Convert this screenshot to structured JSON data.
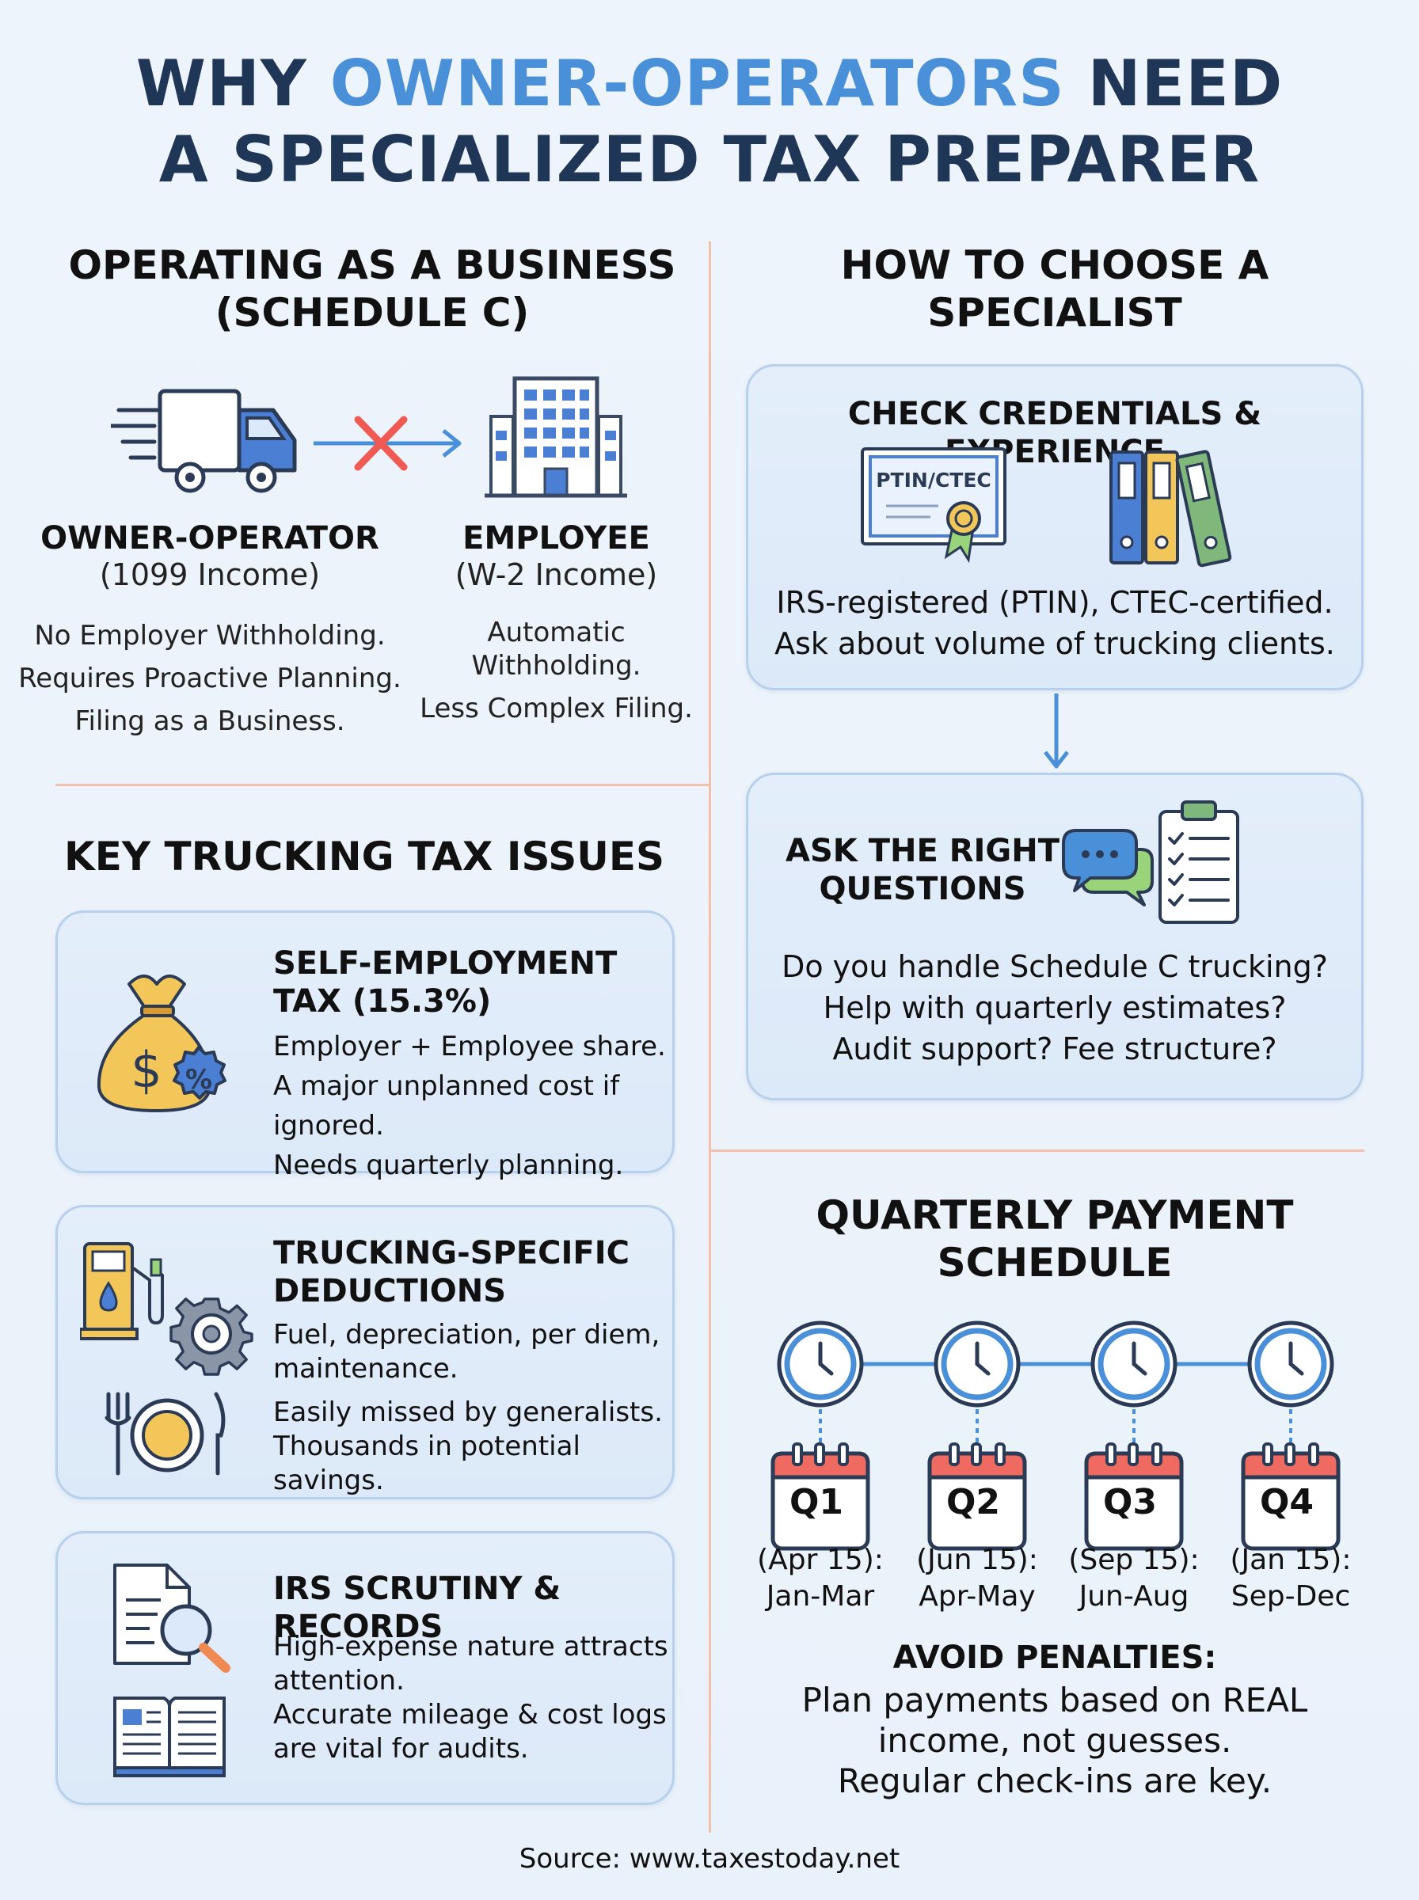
{
  "title": {
    "part1": "WHY ",
    "accent": "OWNER-OPERATORS",
    "part2": " NEED",
    "line2": "A SPECIALIZED TAX PREPARER"
  },
  "business": {
    "title_line1": "OPERATING AS A BUSINESS",
    "title_line2": "(SCHEDULE C)",
    "owner": {
      "name": "OWNER-OPERATOR",
      "sub": "(1099 Income)",
      "lines": [
        "No Employer Withholding.",
        "Requires Proactive Planning.",
        "Filing as a Business."
      ]
    },
    "employee": {
      "name": "EMPLOYEE",
      "sub": "(W-2 Income)",
      "lines": [
        "Automatic",
        "Withholding.",
        "Less Complex Filing."
      ]
    }
  },
  "issues": {
    "title": "KEY TRUCKING TAX ISSUES",
    "cards": [
      {
        "title_lines": [
          "SELF-EMPLOYMENT",
          "TAX (15.3%)"
        ],
        "lines": [
          "Employer + Employee share.",
          "A major unplanned cost if ignored.",
          "Needs quarterly planning."
        ]
      },
      {
        "title_lines": [
          "TRUCKING-SPECIFIC",
          "DEDUCTIONS"
        ],
        "lines": [
          "Fuel, depreciation, per diem,",
          "maintenance.",
          "Easily missed by generalists.",
          "Thousands in potential savings."
        ]
      },
      {
        "title_lines": [
          "IRS SCRUTINY & RECORDS"
        ],
        "lines": [
          "High-expense nature attracts",
          "attention.",
          "Accurate mileage & cost logs",
          "are vital for audits."
        ]
      }
    ]
  },
  "choose": {
    "title_line1": "HOW TO CHOOSE A",
    "title_line2": "SPECIALIST",
    "credentials": {
      "title": "CHECK CREDENTIALS & EXPERIENCE",
      "certificate_label": "PTIN/CTEC",
      "lines": [
        "IRS-registered (PTIN), CTEC-certified.",
        "Ask about volume of trucking clients."
      ]
    },
    "questions": {
      "title_lines": [
        "ASK THE RIGHT",
        "QUESTIONS"
      ],
      "lines": [
        "Do you handle Schedule C trucking?",
        "Help with quarterly estimates?",
        "Audit support? Fee structure?"
      ]
    }
  },
  "quarterly": {
    "title_line1": "QUARTERLY PAYMENT",
    "title_line2": "SCHEDULE",
    "quarters": [
      {
        "label": "Q1",
        "due": "(Apr 15):",
        "period": "Jan-Mar"
      },
      {
        "label": "Q2",
        "due": "(Jun 15):",
        "period": "Apr-May"
      },
      {
        "label": "Q3",
        "due": "(Sep 15):",
        "period": "Jun-Aug"
      },
      {
        "label": "Q4",
        "due": "(Jan 15):",
        "period": "Sep-Dec"
      }
    ],
    "avoid_title": "AVOID PENALTIES:",
    "avoid_lines": [
      "Plan payments based on REAL",
      "income, not guesses.",
      "Regular check-ins are key."
    ]
  },
  "source": "Source: www.taxestoday.net",
  "colors": {
    "title": "#1f3656",
    "accent": "#4a90d9",
    "divider": "#f2c0ac",
    "card_bg": "#e4eefb",
    "card_border": "#b8d0ec",
    "icon_blue": "#4a7fd4",
    "icon_gold": "#f3c65a",
    "calendar_red": "#ef6b62"
  }
}
